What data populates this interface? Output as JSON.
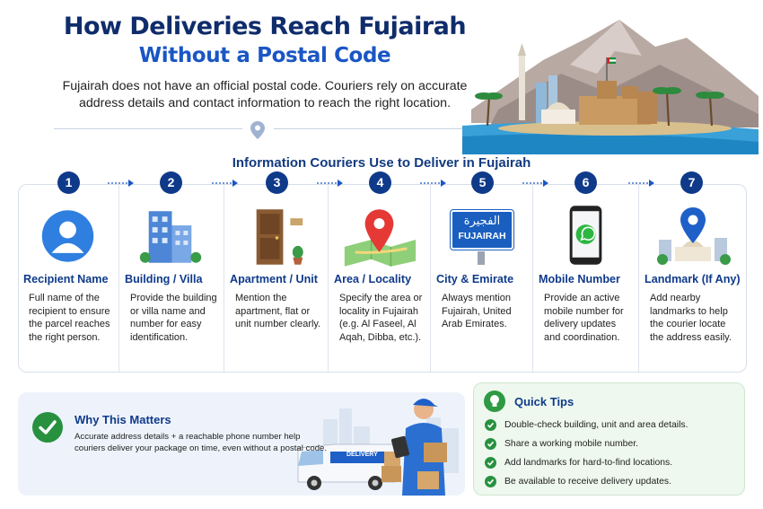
{
  "header": {
    "title_line1": "How Deliveries Reach Fujairah",
    "title_line2": "Without a Postal Code",
    "intro": "Fujairah does not have an official postal code. Couriers rely on accurate address details and contact information to reach the right location."
  },
  "section_title": "Information Couriers Use to Deliver in Fujairah",
  "steps": [
    {
      "num": "1",
      "title": "Recipient Name",
      "desc": "Full name of the recipient to ensure the parcel reaches the right person.",
      "icon": "person-icon"
    },
    {
      "num": "2",
      "title": "Building / Villa",
      "desc": "Provide the building or villa name and number for easy identification.",
      "icon": "building-icon"
    },
    {
      "num": "3",
      "title": "Apartment / Unit",
      "desc": "Mention the apartment, flat or unit number clearly.",
      "icon": "door-icon"
    },
    {
      "num": "4",
      "title": "Area / Locality",
      "desc": "Specify the area or locality in Fujairah (e.g. Al Faseel, Al Aqah, Dibba, etc.).",
      "icon": "map-pin-icon"
    },
    {
      "num": "5",
      "title": "City & Emirate",
      "desc": "Always mention Fujairah, United Arab Emirates.",
      "icon": "road-sign-icon"
    },
    {
      "num": "6",
      "title": "Mobile Number",
      "desc": "Provide an active mobile number for delivery updates and coordination.",
      "icon": "phone-icon"
    },
    {
      "num": "7",
      "title": "Landmark (If Any)",
      "desc": "Add nearby landmarks to help the courier locate the address easily.",
      "icon": "landmark-icon"
    }
  ],
  "sign": {
    "arabic": "الفجيرة",
    "latin": "FUJAIRAH"
  },
  "van_label": "DELIVERY",
  "why": {
    "title": "Why This Matters",
    "desc": "Accurate address details + a reachable phone number help couriers deliver your package on time, even without a postal code."
  },
  "tips": {
    "title": "Quick Tips",
    "items": [
      "Double-check building, unit and area details.",
      "Share a working mobile number.",
      "Add landmarks for hard-to-find locations.",
      "Be available to receive delivery updates."
    ]
  },
  "colors": {
    "navy": "#0f3a8a",
    "blue": "#1a56c4",
    "green": "#27913f",
    "red": "#e53935"
  }
}
